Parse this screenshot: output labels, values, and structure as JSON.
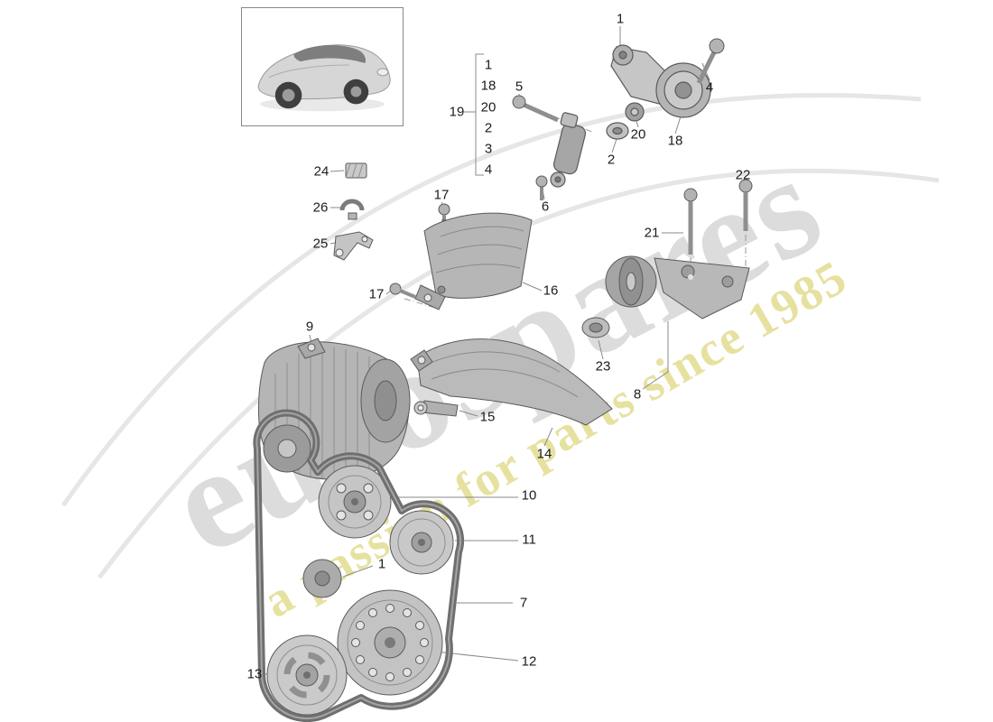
{
  "colors": {
    "background": "#ffffff",
    "callout_text": "#1c1c1c",
    "watermark_brand": "#dcdcdc",
    "watermark_tagline": "#e7e1a0",
    "line_art": "#5a5a5a"
  },
  "watermark": {
    "brand": "eurospares",
    "tagline": "a passion for parts since 1985"
  },
  "bracket_group": {
    "label": "19",
    "items": [
      "1",
      "18",
      "20",
      "2",
      "3",
      "4"
    ]
  },
  "callouts": [
    {
      "label": "1"
    },
    {
      "label": "4"
    },
    {
      "label": "5"
    },
    {
      "label": "20"
    },
    {
      "label": "18"
    },
    {
      "label": "2"
    },
    {
      "label": "6"
    },
    {
      "label": "24"
    },
    {
      "label": "26"
    },
    {
      "label": "25"
    },
    {
      "label": "17"
    },
    {
      "label": "22"
    },
    {
      "label": "21"
    },
    {
      "label": "16"
    },
    {
      "label": "17"
    },
    {
      "label": "9"
    },
    {
      "label": "23"
    },
    {
      "label": "8"
    },
    {
      "label": "15"
    },
    {
      "label": "14"
    },
    {
      "label": "10"
    },
    {
      "label": "11"
    },
    {
      "label": "1"
    },
    {
      "label": "7"
    },
    {
      "label": "12"
    },
    {
      "label": "13"
    }
  ]
}
